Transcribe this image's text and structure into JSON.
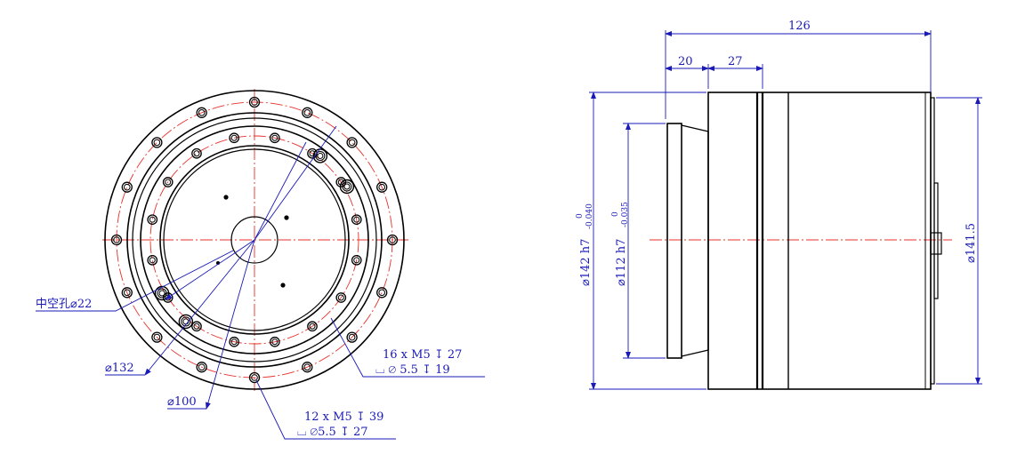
{
  "front_view": {
    "hollow_hole_label": "中空孔⌀22",
    "dia_132": "⌀132",
    "dia_100": "⌀100",
    "thread_16_line1": "16 x M5 ↧ 27",
    "thread_16_line2": "⌴ ⌀ 5.5 ↧ 19",
    "thread_12_line1": "12 x M5 ↧ 39",
    "thread_12_line2": "⌴ ⌀5.5 ↧ 27"
  },
  "side_view": {
    "length_total": "126",
    "length_20": "20",
    "length_27": "27",
    "dia_142": "⌀142 h7",
    "dia_142_upper": "0",
    "dia_142_lower": "-0.040",
    "dia_112": "⌀112 h7",
    "dia_112_upper": "0",
    "dia_112_lower": "-0.035",
    "dia_141_5": "⌀141.5"
  },
  "colors": {
    "outline": "#000000",
    "centerline": "#e8302a",
    "dimension": "#1a1ab8"
  }
}
